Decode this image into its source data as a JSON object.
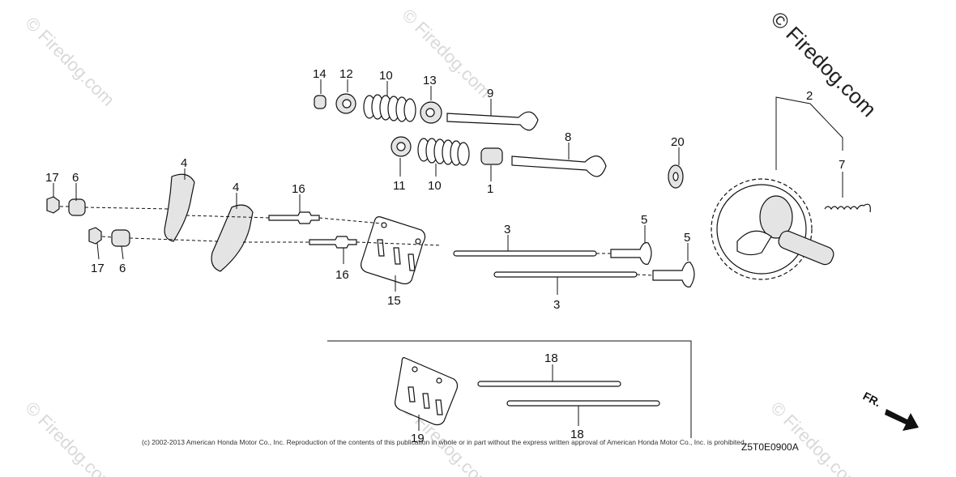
{
  "watermark": {
    "brand": "© Firedog.com",
    "faint": "© Firedog.com"
  },
  "callouts": {
    "p1": "1",
    "p2": "2",
    "p3a": "3",
    "p3b": "3",
    "p4a": "4",
    "p4b": "4",
    "p5a": "5",
    "p5b": "5",
    "p6a": "6",
    "p6b": "6",
    "p7": "7",
    "p8": "8",
    "p9": "9",
    "p10a": "10",
    "p10b": "10",
    "p11": "11",
    "p12": "12",
    "p13": "13",
    "p14": "14",
    "p15": "15",
    "p16a": "16",
    "p16b": "16",
    "p17a": "17",
    "p17b": "17",
    "p18a": "18",
    "p18b": "18",
    "p19": "19",
    "p20": "20"
  },
  "direction": {
    "label": "FR."
  },
  "footer": {
    "copyright": "(c) 2002-2013 American Honda Motor Co., Inc. Reproduction of the contents of this publication in whole or in part without the express written approval of American Honda Motor Co., Inc. is prohibited.",
    "drawing_code": "Z5T0E0900A"
  }
}
